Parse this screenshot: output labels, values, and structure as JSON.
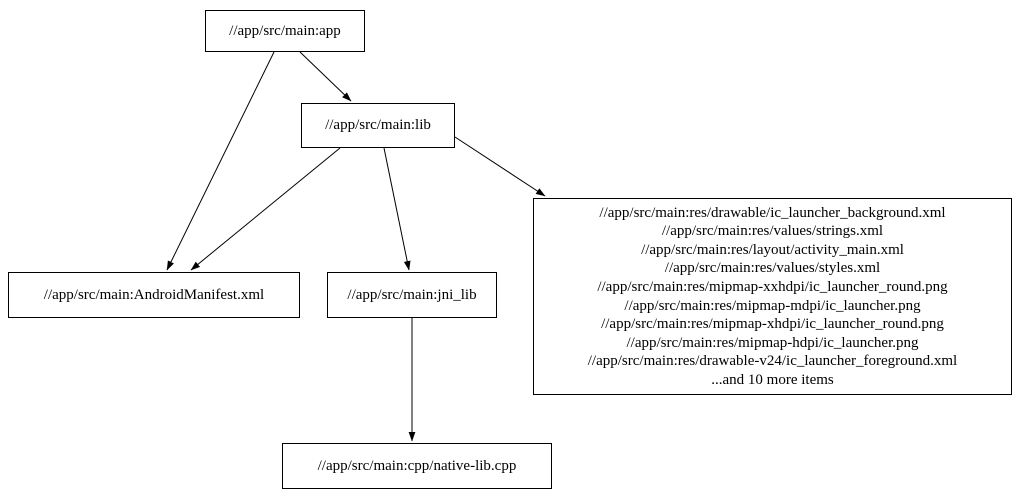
{
  "diagram": {
    "kind": "dependency-graph",
    "colors": {
      "background": "#ffffff",
      "node_border": "#000000",
      "edge": "#000000",
      "text": "#000000"
    },
    "nodes": {
      "app": {
        "label": "//app/src/main:app"
      },
      "lib": {
        "label": "//app/src/main:lib"
      },
      "android_manifest": {
        "label": "//app/src/main:AndroidManifest.xml"
      },
      "jni_lib": {
        "label": "//app/src/main:jni_lib"
      },
      "native_lib": {
        "label": "//app/src/main:cpp/native-lib.cpp"
      },
      "res_group": {
        "lines": [
          "//app/src/main:res/drawable/ic_launcher_background.xml",
          "//app/src/main:res/values/strings.xml",
          "//app/src/main:res/layout/activity_main.xml",
          "//app/src/main:res/values/styles.xml",
          "//app/src/main:res/mipmap-xxhdpi/ic_launcher_round.png",
          "//app/src/main:res/mipmap-mdpi/ic_launcher.png",
          "//app/src/main:res/mipmap-xhdpi/ic_launcher_round.png",
          "//app/src/main:res/mipmap-hdpi/ic_launcher.png",
          "//app/src/main:res/drawable-v24/ic_launcher_foreground.xml",
          "...and 10 more items"
        ]
      }
    },
    "edges": [
      {
        "from": "app",
        "to": "lib"
      },
      {
        "from": "app",
        "to": "android_manifest"
      },
      {
        "from": "lib",
        "to": "android_manifest"
      },
      {
        "from": "lib",
        "to": "jni_lib"
      },
      {
        "from": "lib",
        "to": "res_group"
      },
      {
        "from": "jni_lib",
        "to": "native_lib"
      }
    ]
  }
}
